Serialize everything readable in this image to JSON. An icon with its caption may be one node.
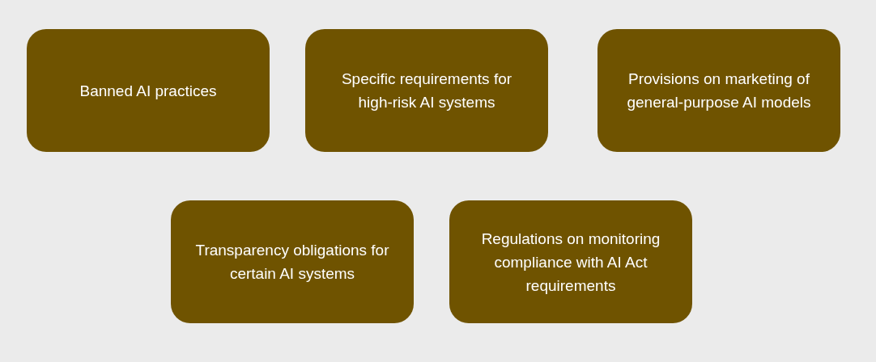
{
  "diagram": {
    "nodes": [
      {
        "text": [
          "Banned AI practices"
        ]
      },
      {
        "text": [
          "Specific requirements for high-risk AI systems"
        ]
      },
      {
        "text": [
          "Provisions on marketing of general-purpose AI models"
        ]
      },
      {
        "text": [
          "Transparency obligations for certain AI systems"
        ]
      },
      {
        "text": [
          "Regulations on monitoring compliance with AI Act requirements"
        ]
      }
    ]
  }
}
